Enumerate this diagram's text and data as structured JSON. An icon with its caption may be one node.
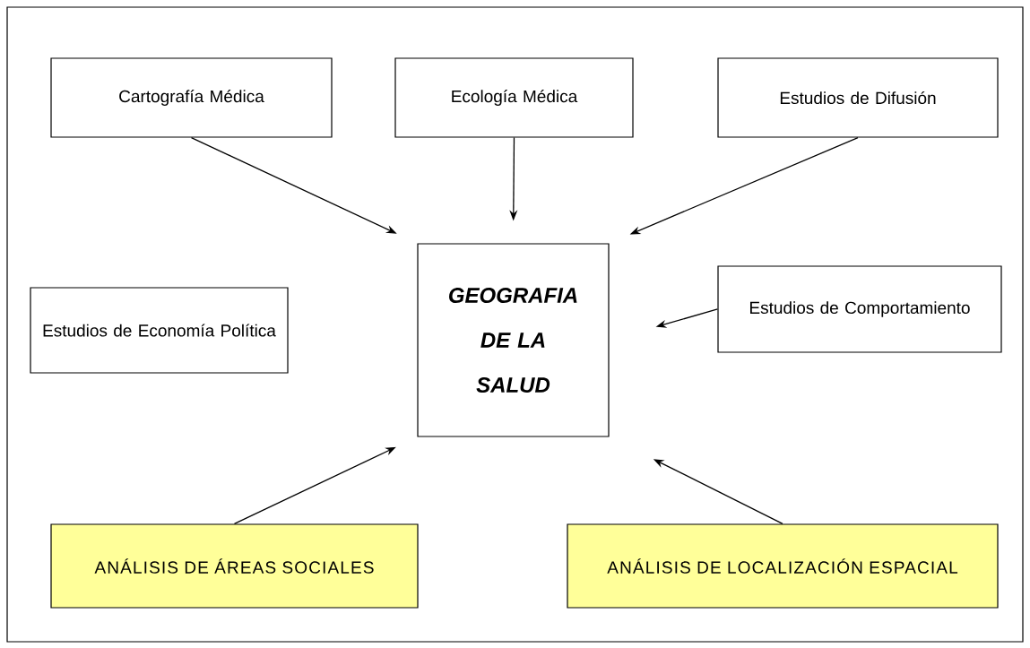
{
  "diagram": {
    "nodes": [
      {
        "text": [
          "Cartografía Médica"
        ]
      },
      {
        "text": [
          "Ecología Médica"
        ]
      },
      {
        "text": [
          "Estudios de Difusión"
        ]
      },
      {
        "text": [
          "GEOGRAFIA DE LA SALUD"
        ]
      },
      {
        "text": [
          "Estudios de Economía Política"
        ]
      },
      {
        "text": [
          "Estudios de Comportamiento"
        ]
      },
      {
        "text": [
          "ANÁLISIS DE ÁREAS SOCIALES"
        ]
      },
      {
        "text": [
          "ANÁLISIS DE LOCALIZACIÓN ESPACIAL"
        ]
      }
    ],
    "edges": [
      {
        "from": 0,
        "to": 3,
        "arrow": "to"
      },
      {
        "from": 1,
        "to": 3,
        "arrow": "to"
      },
      {
        "from": 2,
        "to": 3,
        "arrow": "to"
      },
      {
        "from": 5,
        "to": 3,
        "arrow": "to"
      },
      {
        "from": 6,
        "to": 3,
        "arrow": "to"
      },
      {
        "from": 7,
        "to": 3,
        "arrow": "to"
      }
    ]
  }
}
